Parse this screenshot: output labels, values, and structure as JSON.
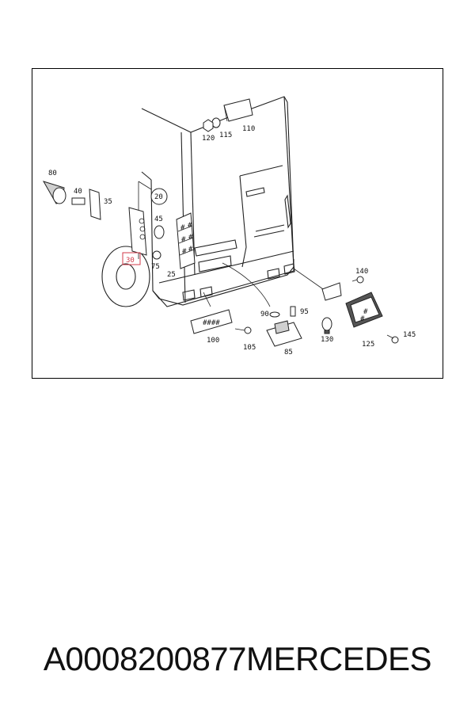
{
  "diagram": {
    "labels": {
      "p20": "20",
      "p25": "25",
      "p30": "30",
      "p35": "35",
      "p40": "40",
      "p45": "45",
      "p75": "75",
      "p80": "80",
      "p85": "85",
      "p90": "90",
      "p95": "95",
      "p100": "100",
      "p105": "105",
      "p110": "110",
      "p115": "115",
      "p120": "120",
      "p125": "125",
      "p130": "130",
      "p140": "140",
      "p145": "145"
    },
    "highlight_color": "#d13a48"
  },
  "caption": {
    "part_number": "A0008200877",
    "brand": "MERCEDES"
  }
}
